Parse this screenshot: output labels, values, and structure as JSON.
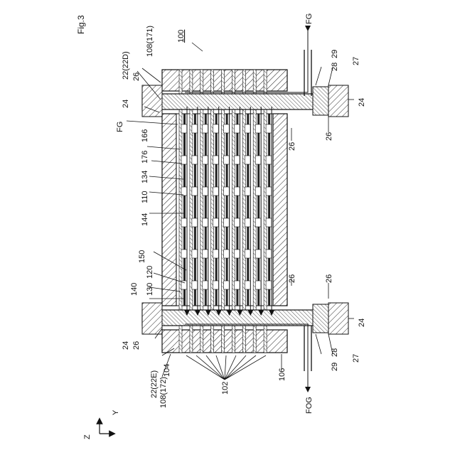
{
  "figure": {
    "title": "Fig.3",
    "assembly_ref": "100"
  },
  "labels": {
    "l108_171": "108(171)",
    "l22_22d": "22(22D)",
    "l26_top_left": "26",
    "l24_left_upper": "24",
    "l_fg_left": "FG",
    "l166": "166",
    "l176": "176",
    "l134": "134",
    "l110": "110",
    "l144": "144",
    "l150": "150",
    "l120": "120",
    "l130": "130",
    "l140": "140",
    "l24_left_lower": "24",
    "l26_left_lower": "26",
    "l104": "104",
    "l22_22e": "22(22E)",
    "l108_172": "108(172)",
    "l102": "102",
    "l106": "106",
    "l26_inner_upper": "26",
    "l26_right_upper": "26",
    "l26_inner_lower": "26",
    "l26_right_lower": "26",
    "l24_right_upper": "24",
    "l24_right_lower": "24",
    "l28_upper": "28",
    "l29_upper": "29",
    "l27_upper": "27",
    "l28_lower": "28",
    "l29_lower": "29",
    "l27_lower": "27",
    "l_fg_right": "FG",
    "l_fog": "FOG"
  },
  "axes": {
    "z": "Z",
    "y": "Y"
  }
}
